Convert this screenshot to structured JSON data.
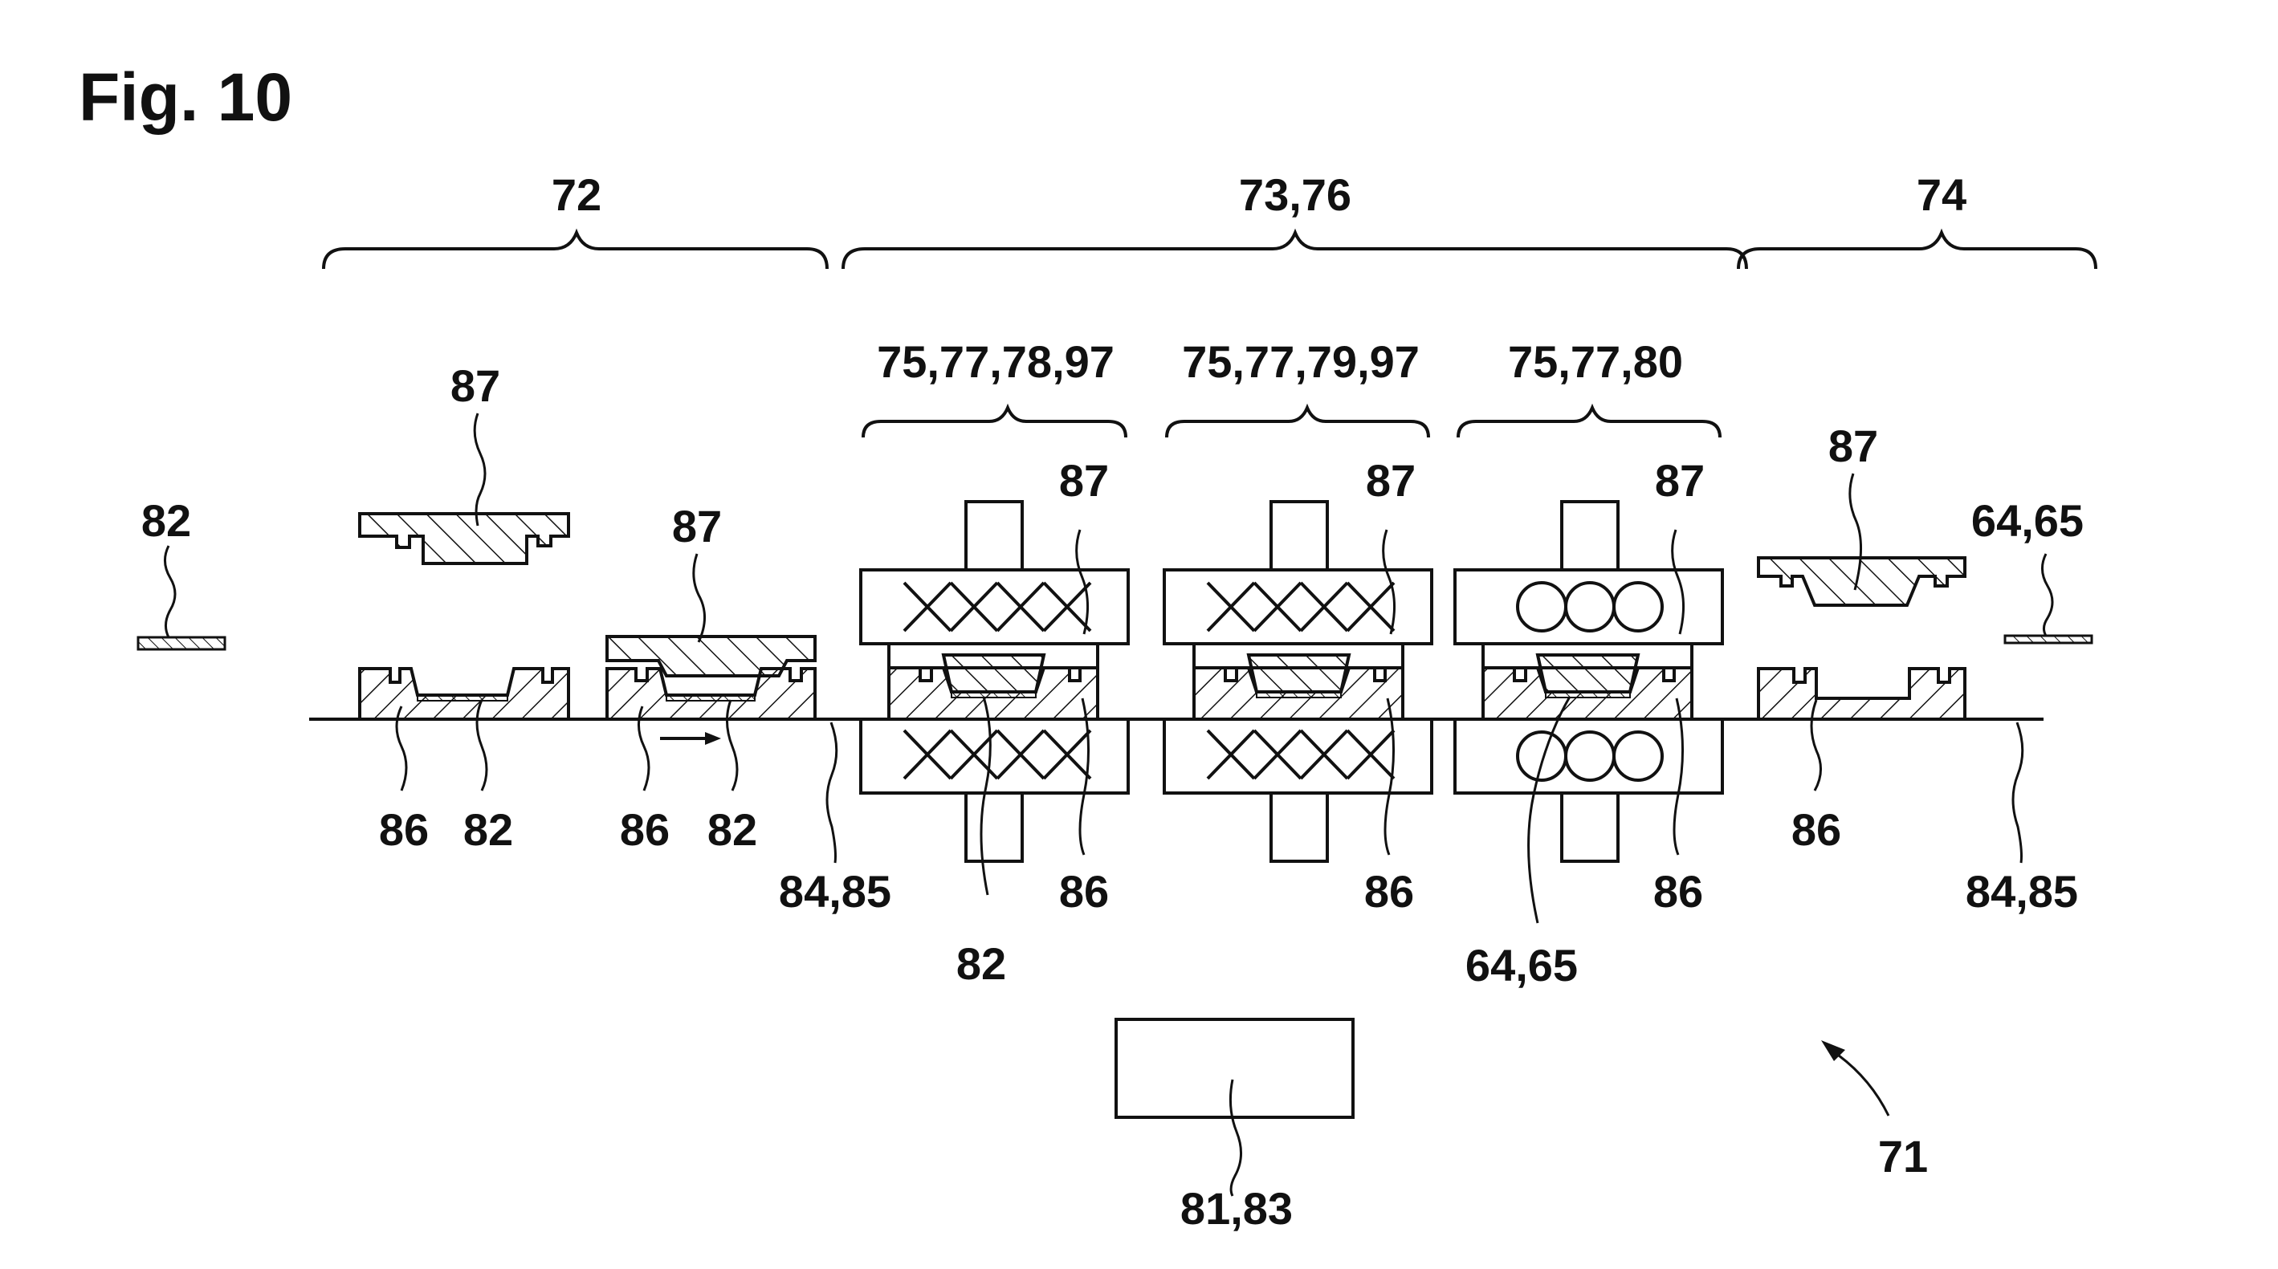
{
  "figure": {
    "title": "Fig. 10",
    "section_labels": {
      "left": "72",
      "middle": "73,76",
      "right": "74"
    },
    "station_labels": {
      "a": "75,77,78,97",
      "b": "75,77,79,97",
      "c": "75,77,80"
    },
    "reference_numerals": {
      "foil_in": "82",
      "foil_out": "64,65",
      "top_part_1": "87",
      "top_part_2": "87",
      "top_part_3": "87",
      "top_part_4": "87",
      "top_part_5": "87",
      "top_part_6": "87",
      "carrier_1": "86",
      "foil_1": "82",
      "carrier_2": "86",
      "foil_2": "82",
      "conveyor_left": "84,85",
      "foil_3": "82",
      "carrier_3": "86",
      "carrier_4": "86",
      "product_5": "64,65",
      "carrier_5": "86",
      "carrier_6": "86",
      "conveyor_right": "84,85",
      "control_unit": "81,83",
      "system": "71"
    }
  }
}
